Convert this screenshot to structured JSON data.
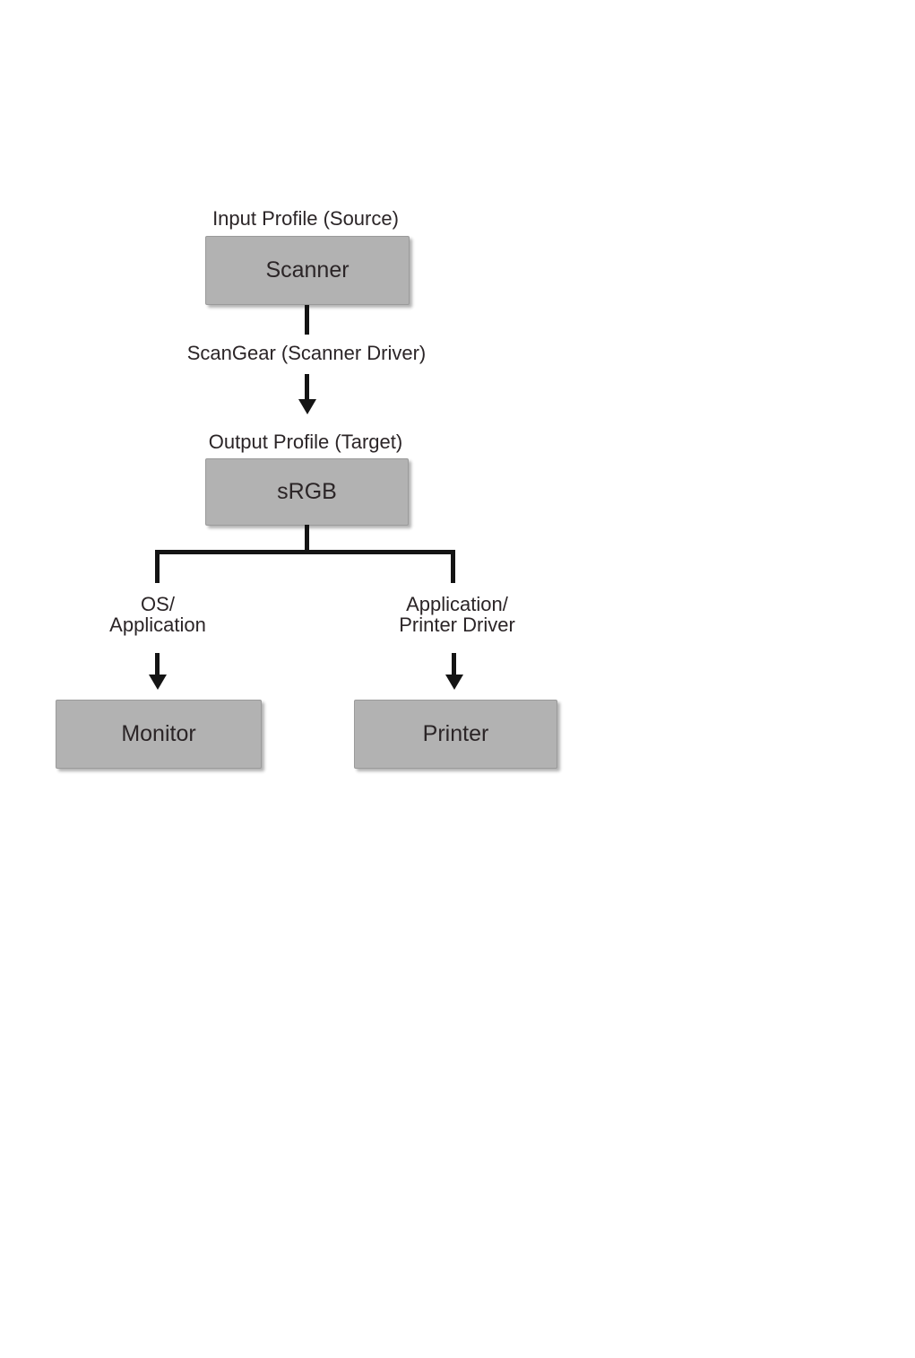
{
  "diagram": {
    "source_section": {
      "profile_label": "Input Profile (Source)",
      "node_label": "Scanner"
    },
    "driver_label": "ScanGear (Scanner Driver)",
    "target_section": {
      "profile_label": "Output Profile (Target)",
      "node_label": "sRGB"
    },
    "left_branch": {
      "path_label_line1": "OS/",
      "path_label_line2": "Application",
      "node_label": "Monitor"
    },
    "right_branch": {
      "path_label_line1": "Application/",
      "path_label_line2": "Printer Driver",
      "node_label": "Printer"
    },
    "colors": {
      "node_fill": "#b2b2b2",
      "node_border": "#9a9a9a",
      "connector": "#141414",
      "text": "#2b2527",
      "background": "#ffffff"
    }
  }
}
